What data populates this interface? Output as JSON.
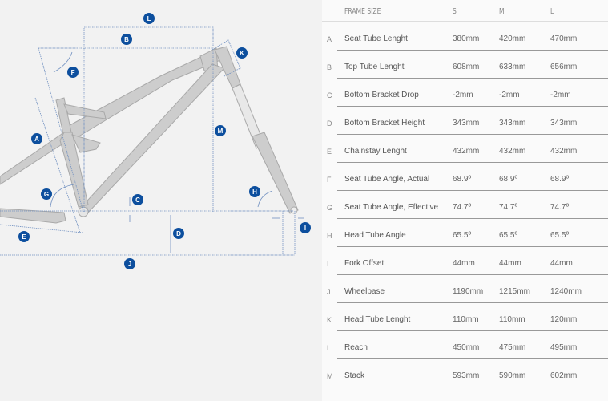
{
  "header": {
    "frame_size": "FRAME SIZE",
    "sizes": [
      "S",
      "M",
      "L"
    ]
  },
  "rows": [
    {
      "letter": "A",
      "name": "Seat Tube Lenght",
      "values": [
        "380mm",
        "420mm",
        "470mm"
      ]
    },
    {
      "letter": "B",
      "name": "Top Tube Lenght",
      "values": [
        "608mm",
        "633mm",
        "656mm"
      ]
    },
    {
      "letter": "C",
      "name": "Bottom Bracket Drop",
      "values": [
        "-2mm",
        "-2mm",
        "-2mm"
      ]
    },
    {
      "letter": "D",
      "name": "Bottom Bracket Height",
      "values": [
        "343mm",
        "343mm",
        "343mm"
      ]
    },
    {
      "letter": "E",
      "name": "Chainstay Lenght",
      "values": [
        "432mm",
        "432mm",
        "432mm"
      ]
    },
    {
      "letter": "F",
      "name": "Seat Tube Angle, Actual",
      "values": [
        "68.9º",
        "68.9º",
        "68.9º"
      ]
    },
    {
      "letter": "G",
      "name": "Seat Tube Angle, Effective",
      "values": [
        "74.7º",
        "74.7º",
        "74.7º"
      ]
    },
    {
      "letter": "H",
      "name": "Head Tube Angle",
      "values": [
        "65.5º",
        "65.5º",
        "65.5º"
      ]
    },
    {
      "letter": "I",
      "name": "Fork Offset",
      "values": [
        "44mm",
        "44mm",
        "44mm"
      ]
    },
    {
      "letter": "J",
      "name": "Wheelbase",
      "values": [
        "1190mm",
        "1215mm",
        "1240mm"
      ]
    },
    {
      "letter": "K",
      "name": "Head Tube Lenght",
      "values": [
        "110mm",
        "110mm",
        "120mm"
      ]
    },
    {
      "letter": "L",
      "name": "Reach",
      "values": [
        "450mm",
        "475mm",
        "495mm"
      ]
    },
    {
      "letter": "M",
      "name": "Stack",
      "values": [
        "593mm",
        "590mm",
        "602mm"
      ]
    }
  ],
  "diagram_labels": [
    "L",
    "B",
    "K",
    "F",
    "A",
    "M",
    "G",
    "C",
    "H",
    "I",
    "E",
    "D",
    "J"
  ],
  "colors": {
    "badge": "#0d4f9e",
    "dim_line": "#6f8fc0",
    "frame": "#cfcfcf"
  }
}
